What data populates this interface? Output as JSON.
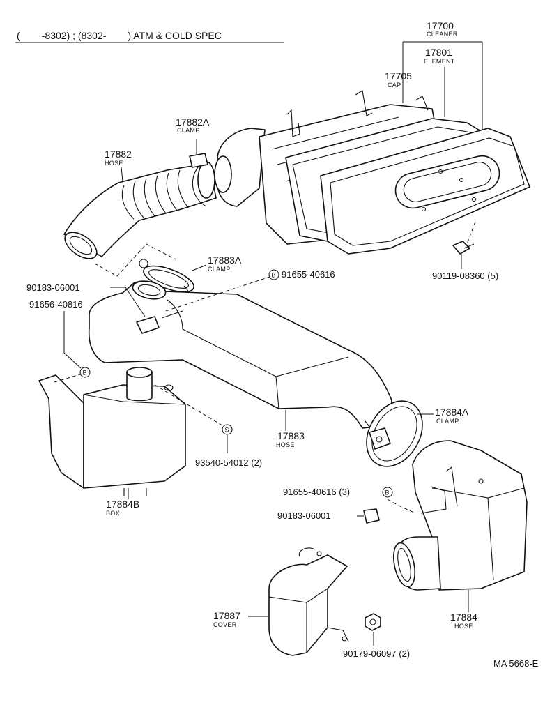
{
  "header": {
    "text": "(        -8302) ; (8302-        ) ATM & COLD SPEC"
  },
  "footer": {
    "code": "MA 5668-E"
  },
  "callouts": {
    "cleaner": {
      "number": "17700",
      "name": "CLEANER"
    },
    "element": {
      "number": "17801",
      "name": "ELEMENT"
    },
    "cap": {
      "number": "17705",
      "name": "CAP"
    },
    "clamp_a": {
      "number": "17882A",
      "name": "CLAMP"
    },
    "hose_17882": {
      "number": "17882",
      "name": "HOSE"
    },
    "clamp_b": {
      "number": "17883A",
      "name": "CLAMP"
    },
    "bolt_top": {
      "number": "90119-08360 (5)"
    },
    "marker_b1": {
      "letter": "B"
    },
    "bolt_91655": {
      "number": "91655-40616"
    },
    "nut_90183": {
      "number": "90183-06001"
    },
    "bolt_91656": {
      "number": "91656-40816"
    },
    "marker_b2": {
      "letter": "B"
    },
    "marker_s": {
      "letter": "S"
    },
    "screw_93540": {
      "number": "93540-54012 (2)"
    },
    "hose_17883": {
      "number": "17883",
      "name": "HOSE"
    },
    "clamp_c": {
      "number": "17884A",
      "name": "CLAMP"
    },
    "box": {
      "number": "17884B",
      "name": "BOX"
    },
    "bolt_91655_3": {
      "number": "91655-40616 (3)"
    },
    "marker_b3": {
      "letter": "B"
    },
    "nut_90183_b": {
      "number": "90183-06001"
    },
    "cover": {
      "number": "17887",
      "name": "COVER"
    },
    "nut_90179": {
      "number": "90179-06097 (2)"
    },
    "hose_17884": {
      "number": "17884",
      "name": "HOSE"
    }
  }
}
